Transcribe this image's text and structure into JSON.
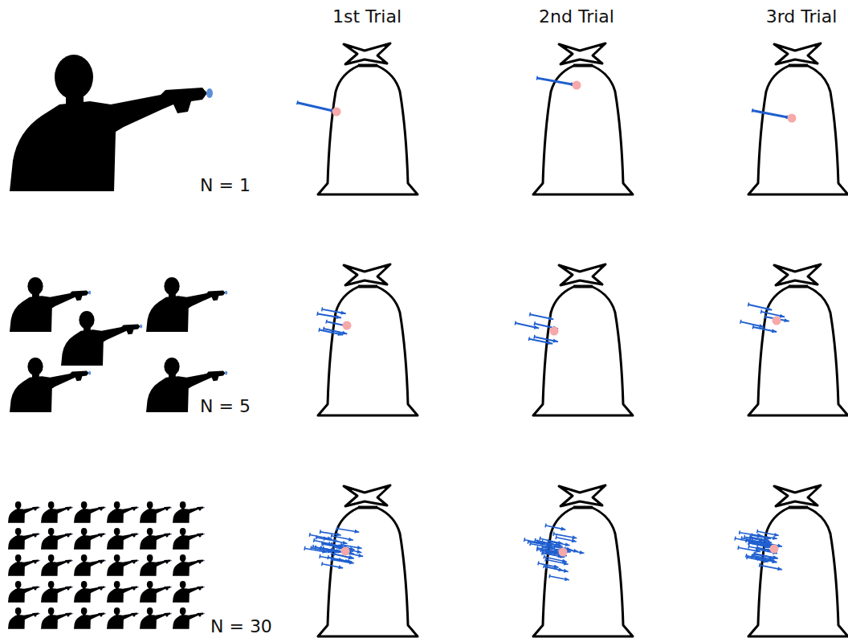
{
  "diagram": {
    "labels": [
      "1st Trial",
      "2nd Trial",
      "3rd Trial",
      "N = 1",
      "N = 5",
      "N = 30"
    ]
  }
}
